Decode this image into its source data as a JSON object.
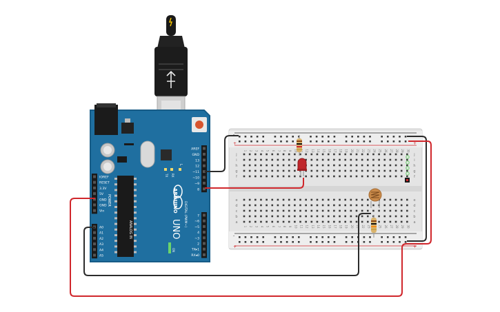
{
  "arduino": {
    "model": "UNO",
    "brand": "ARDUINO",
    "digital_label": "DIGITAL (PWM~)",
    "power_label": "POWER",
    "analog_label": "ANALOG IN",
    "on_label": "ON",
    "tx_label": "TX",
    "rx_label": "RX",
    "l_label": "L",
    "power_pins": [
      "IOREF",
      "RESET",
      "3.3V",
      "5V",
      "GND",
      "GND",
      "Vin"
    ],
    "analog_pins": [
      "A0",
      "A1",
      "A2",
      "A3",
      "A4",
      "A5"
    ],
    "digital_pins_top": [
      "AREF",
      "GND",
      "13",
      "12",
      "~11",
      "~10",
      "~9",
      "8"
    ],
    "digital_pins_bottom": [
      "7",
      "~6",
      "~5",
      "4",
      "~3",
      "2",
      "TX▸1",
      "RX◂0"
    ]
  },
  "breadboard": {
    "row_letters_top": [
      "j",
      "i",
      "h",
      "g",
      "f"
    ],
    "row_letters_bottom": [
      "e",
      "d",
      "c",
      "b",
      "a"
    ],
    "column_numbers": [
      "1",
      "2",
      "3",
      "4",
      "5",
      "6",
      "7",
      "8",
      "9",
      "10",
      "11",
      "12",
      "13",
      "14",
      "15",
      "16",
      "17",
      "18",
      "19",
      "20",
      "21",
      "22",
      "23",
      "24",
      "25",
      "26",
      "27",
      "28",
      "29",
      "30"
    ],
    "rail_plus": "+",
    "rail_minus": "-"
  },
  "colors": {
    "board_blue": "#1f6fa0",
    "board_blue_dark": "#155a85",
    "wire_red": "#d0262b",
    "wire_black": "#2b2b2b",
    "breadboard": "#e7e7e7",
    "led_red": "#c0262b"
  },
  "icons": {
    "usb": "usb-plug-icon",
    "lightning": "lightning-icon"
  }
}
